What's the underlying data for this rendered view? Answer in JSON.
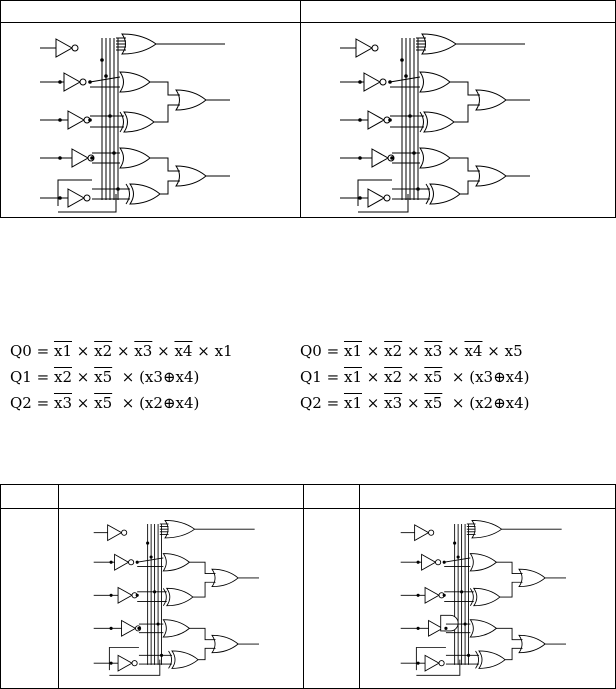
{
  "equations": {
    "left": [
      {
        "q": "Q0",
        "parts": [
          {
            "t": "x1",
            "bar": true
          },
          {
            "t": "x2",
            "bar": true
          },
          {
            "t": "x3",
            "bar": true
          },
          {
            "t": "x4",
            "bar": true
          },
          {
            "t": "x1",
            "bar": false
          }
        ],
        "tail": ""
      },
      {
        "q": "Q1",
        "parts": [
          {
            "t": "x2",
            "bar": true
          },
          {
            "t": "x5",
            "bar": true
          }
        ],
        "tail": "(x3⊕x4)"
      },
      {
        "q": "Q2",
        "parts": [
          {
            "t": "x3",
            "bar": true
          },
          {
            "t": "x5",
            "bar": true
          }
        ],
        "tail": "(x2⊕x4)"
      }
    ],
    "right": [
      {
        "q": "Q0",
        "parts": [
          {
            "t": "x1",
            "bar": true
          },
          {
            "t": "x2",
            "bar": true
          },
          {
            "t": "x3",
            "bar": true
          },
          {
            "t": "x4",
            "bar": true
          },
          {
            "t": "x5",
            "bar": false
          }
        ],
        "tail": ""
      },
      {
        "q": "Q1",
        "parts": [
          {
            "t": "x1",
            "bar": true
          },
          {
            "t": "x2",
            "bar": true
          },
          {
            "t": "x5",
            "bar": true
          }
        ],
        "tail": "(x3⊕x4)"
      },
      {
        "q": "Q2",
        "parts": [
          {
            "t": "x1",
            "bar": true
          },
          {
            "t": "x3",
            "bar": true
          },
          {
            "t": "x5",
            "bar": true
          }
        ],
        "tail": "(x2⊕x4)"
      }
    ]
  },
  "symbols": {
    "equals": "=",
    "times": "×"
  }
}
